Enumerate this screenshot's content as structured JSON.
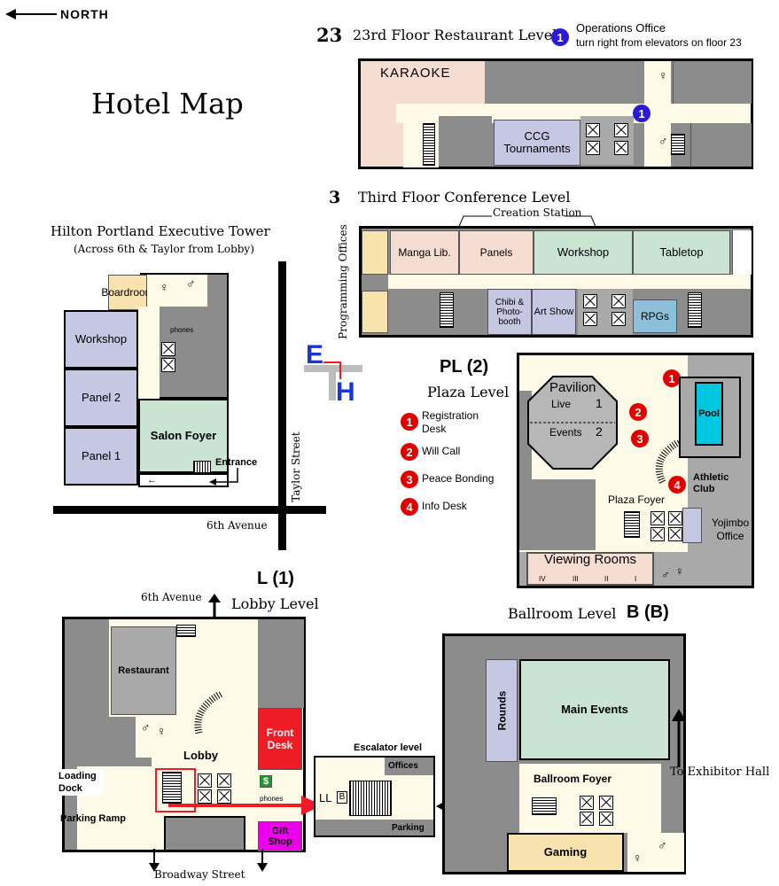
{
  "compass": {
    "label": "NORTH",
    "arrow_icon": "arrow-left"
  },
  "title": "Hotel Map",
  "floor23": {
    "number": "23",
    "name": "23rd Floor Restaurant Level",
    "ops_badge": "1",
    "ops_title": "Operations Office",
    "ops_note": "turn right from elevators on floor 23",
    "karaoke": "KARAOKE",
    "ccg": "CCG Tournaments",
    "map_badge": "1"
  },
  "floor3": {
    "number": "3",
    "name": "Third Floor Conference Level",
    "creation_station": "Creation Station",
    "programming_offices": "Programming Offices",
    "manga": "Manga Lib.",
    "panels": "Panels",
    "workshop": "Workshop",
    "tabletop": "Tabletop",
    "chibi": "Chibi & Photo-booth",
    "artshow": "Art Show",
    "rpgs": "RPGs"
  },
  "executive": {
    "title": "Hilton Portland Executive Tower",
    "subtitle": "(Across 6th & Taylor from Lobby)",
    "boardroom": "Boardroom",
    "workshop": "Workshop",
    "panel2": "Panel 2",
    "panel1": "Panel 1",
    "salon": "Salon Foyer",
    "phones": "phones",
    "entrance": "Entrance",
    "taylor": "Taylor Street",
    "sixth": "6th Avenue"
  },
  "eh_logo": {
    "e": "E",
    "h": "H"
  },
  "plaza": {
    "code": "PL (2)",
    "name": "Plaza Level",
    "legend": [
      {
        "num": "1",
        "label": "Registration Desk"
      },
      {
        "num": "2",
        "label": "Will Call"
      },
      {
        "num": "3",
        "label": "Peace Bonding"
      },
      {
        "num": "4",
        "label": "Info Desk"
      }
    ],
    "pavilion": "Pavilion",
    "live": "Live",
    "live_num": "1",
    "events": "Events",
    "events_num": "2",
    "pool": "Pool",
    "athletic": "Athletic Club",
    "foyer": "Plaza Foyer",
    "yojimbo": "Yojimbo Office",
    "viewing": "Viewing Rooms",
    "viewing_numerals": [
      "IV",
      "III",
      "II",
      "I"
    ],
    "b1": "1",
    "b2": "2",
    "b3": "3",
    "b4": "4"
  },
  "lobby": {
    "code": "L (1)",
    "name": "Lobby Level",
    "sixth": "6th Avenue",
    "restaurant": "Restaurant",
    "lobby": "Lobby",
    "front_desk": "Front Desk",
    "loading_dock": "Loading Dock",
    "parking_ramp": "Parking Ramp",
    "phones": "phones",
    "gift_shop": "Gift Shop",
    "money": "$",
    "broadway": "Broadway Street"
  },
  "escalator": {
    "title": "Escalator level",
    "offices": "Offices",
    "parking": "Parking",
    "ll": "LL",
    "b": "B"
  },
  "ballroom": {
    "title": "Ballroom Level",
    "code": "B (B)",
    "rounds": "Rounds",
    "main_events": "Main Events",
    "to_exhibitor": "To Exhibitor Hall",
    "foyer": "Ballroom Foyer",
    "gaming": "Gaming"
  },
  "colors": {
    "badge_red": "#e10000",
    "badge_blue": "#2a1ad8",
    "front_desk": "#ee1c24",
    "gift_shop": "#ec00ec",
    "pool": "#00c7e0",
    "eh_blue": "#1a35d6",
    "arrow_red": "#ee1c24"
  }
}
